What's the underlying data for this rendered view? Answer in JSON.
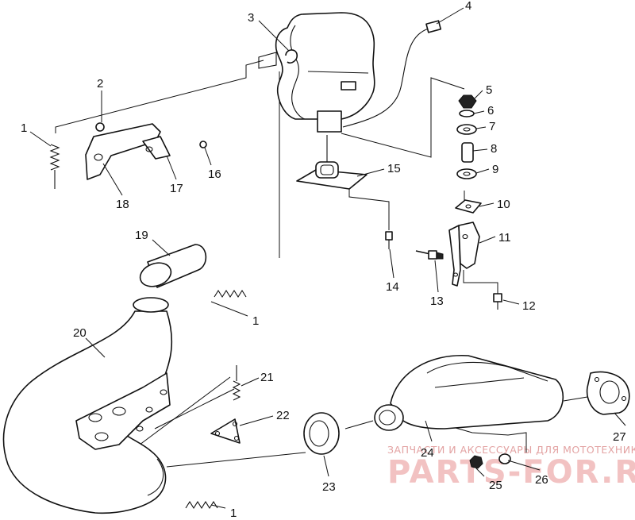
{
  "callouts": {
    "c1a": "1",
    "c1b": "1",
    "c1c": "1",
    "c2": "2",
    "c3": "3",
    "c4": "4",
    "c5": "5",
    "c6": "6",
    "c7": "7",
    "c8": "8",
    "c9": "9",
    "c10": "10",
    "c11": "11",
    "c12": "12",
    "c13": "13",
    "c14": "14",
    "c15": "15",
    "c16": "16",
    "c17": "17",
    "c18": "18",
    "c19": "19",
    "c20": "20",
    "c21": "21",
    "c22": "22",
    "c23": "23",
    "c24": "24",
    "c25": "25",
    "c26": "26",
    "c27": "27"
  },
  "watermark": {
    "caption": "ЗАПЧАСТИ И АКСЕССУАРЫ ДЛЯ МОТОТЕХНИКИ",
    "logo": "PARTS-FOR.RU"
  },
  "colors": {
    "line": "#111111",
    "watermark": "#e8a8a8"
  }
}
